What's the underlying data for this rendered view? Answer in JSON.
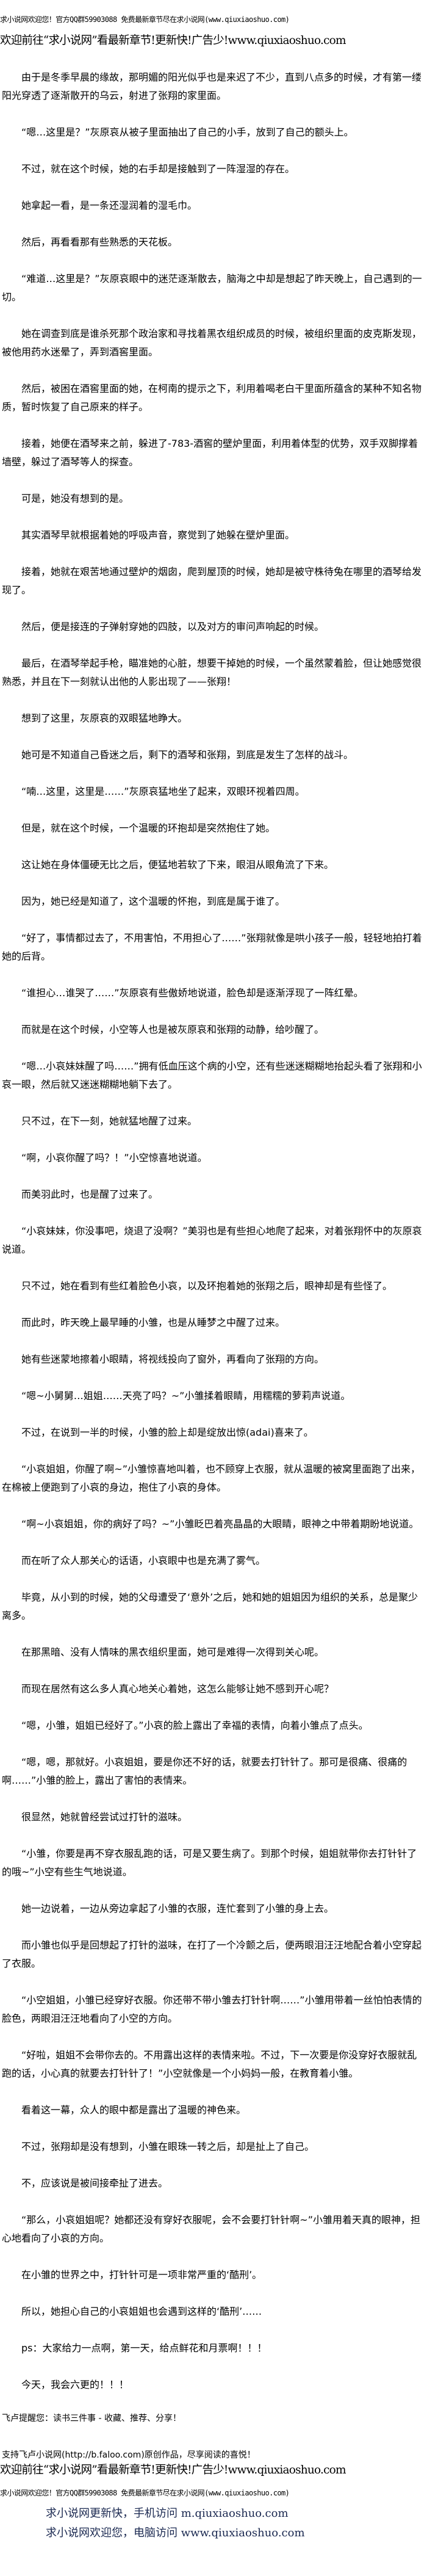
{
  "header": {
    "site_notice": "求小说网欢迎您！官方QQ群59903088 免费最新章节尽在求小说网(www.qiuxiaoshuo.com)",
    "promo": "欢迎前往“求小说网”看最新章节!更新快!广告少!www.qiuxiaoshuo.com"
  },
  "paragraphs": [
    "由于是冬季早晨的缘故，那明媚的阳光似乎也是来迟了不少，直到八点多的时候，才有第一缕阳光穿透了逐渐散开的乌云，射进了张翔的家里面。",
    "“嗯…这里是？”灰原哀从被子里面抽出了自己的小手，放到了自己的额头上。",
    "不过，就在这个时候，她的右手却是接触到了一阵湿湿的存在。",
    "她拿起一看，是一条还湿润着的湿毛巾。",
    "然后，再看看那有些熟悉的天花板。",
    "“难道…这里是？”灰原哀眼中的迷茫逐渐散去，脑海之中却是想起了昨天晚上，自己遇到的一切。",
    "她在调查到底是谁杀死那个政治家和寻找着黑衣组织成员的时候，被组织里面的皮克斯发现，被他用药水迷晕了，弄到酒窖里面。",
    "然后，被困在酒窖里面的她，在柯南的提示之下，利用着喝老白干里面所蕴含的某种不知名物质，暂时恢复了自己原来的样子。",
    "接着，她便在酒琴来之前，躲进了-783-酒窖的壁炉里面，利用着体型的优势，双手双脚撑着墙壁，躲过了酒琴等人的探查。",
    "可是，她没有想到的是。",
    "其实酒琴早就根据着她的呼吸声音，察觉到了她躲在壁炉里面。",
    "接着，她就在艰苦地通过壁炉的烟囱，爬到屋顶的时候，她却是被守株待兔在哪里的酒琴给发现了。",
    "然后，便是接连的子弹射穿她的四肢，以及对方的审问声响起的时候。",
    "最后，在酒琴举起手枪，瞄准她的心脏，想要干掉她的时候，一个虽然蒙着脸，但让她感觉很熟悉，并且在下一刻就认出他的人影出现了——张翔！",
    "想到了这里，灰原哀的双眼猛地睁大。",
    "她可是不知道自己昏迷之后，剩下的酒琴和张翔，到底是发生了怎样的战斗。",
    "“喃…这里，这里是……”灰原哀猛地坐了起来，双眼环视着四周。",
    "但是，就在这个时候，一个温暖的环抱却是突然抱住了她。",
    "这让她在身体僵硬无比之后，便猛地若软了下来，眼泪从眼角流了下来。",
    "因为，她已经是知道了，这个温暖的怀抱，到底是属于谁了。",
    "“好了，事情都过去了，不用害怕，不用担心了……”张翔就像是哄小孩子一般，轻轻地拍打着她的后背。",
    "“谁担心…谁哭了……”灰原哀有些傲娇地说道，脸色却是逐渐浮现了一阵红晕。",
    "而就是在这个时候，小空等人也是被灰原哀和张翔的动静，给吵醒了。",
    "“嗯…小哀妹妹醒了吗……”拥有低血压这个病的小空，还有些迷迷糊糊地抬起头看了张翔和小哀一眼，然后就又迷迷糊糊地躺下去了。",
    "只不过，在下一刻，她就猛地醒了过来。",
    "“啊，小哀你醒了吗？！”小空惊喜地说道。",
    "而美羽此时，也是醒了过来了。",
    "“小哀妹妹，你没事吧，烧退了没啊？”美羽也是有些担心地爬了起来，对着张翔怀中的灰原哀说道。",
    "只不过，她在看到有些红着脸色小哀，以及环抱着她的张翔之后，眼神却是有些怪了。",
    "而此时，昨天晚上最早睡的小雏，也是从睡梦之中醒了过来。",
    "她有些迷蒙地擦着小眼睛，将视线投向了窗外，再看向了张翔的方向。",
    "“嗯~小舅舅…姐姐……天亮了吗？~”小雏揉着眼睛，用糯糯的萝莉声说道。",
    "不过，在说到一半的时候，小雏的脸上却是绽放出惊(adai)喜来了。",
    "“小哀姐姐，你醒了啊~”小雏惊喜地叫着，也不顾穿上衣服，就从温暖的被窝里面跑了出来，在棉被上便跑到了小哀的身边，抱住了小哀的身体。",
    "“啊~小哀姐姐，你的病好了吗？~”小雏眨巴着亮晶晶的大眼睛，眼神之中带着期盼地说道。",
    "而在听了众人那关心的话语，小哀眼中也是充满了雾气。",
    "毕竟，从小到的时候，她的父母遭受了‘意外’之后，她和她的姐姐因为组织的关系，总是聚少离多。",
    "在那黑暗、没有人情味的黑衣组织里面，她可是难得一次得到关心呢。",
    "而现在居然有这么多人真心地关心着她，这怎么能够让她不感到开心呢？",
    "“嗯，小雏，姐姐已经好了。”小哀的脸上露出了幸福的表情，向着小雏点了点头。",
    "“嗯，嗯，那就好。小哀姐姐，要是你还不好的话，就要去打针针了。那可是很痛、很痛的啊……”小雏的脸上，露出了害怕的表情来。",
    "很显然，她就曾经尝试过打针的滋味。",
    "“小雏，你要是再不穿衣服乱跑的话，可是又要生病了。到那个时候，姐姐就带你去打针针了的哦~”小空有些生气地说道。",
    "她一边说着，一边从旁边拿起了小雏的衣服，连忙套到了小雏的身上去。",
    "而小雏也似乎是回想起了打针的滋味，在打了一个冷颤之后，便两眼泪汪汪地配合着小空穿起了衣服。",
    "“小空姐姐，小雏已经穿好衣服。你还带不带小雏去打针针啊……”小雏用带着一丝怕怕表情的脸色，两眼泪汪汪地看向了小空的方向。",
    "“好啦，姐姐不会带你去的。不用露出这样的表情来啦。不过，下一次要是你没穿好衣服就乱跑的话，小心真的就要去打针针了！”小空就像是一个小妈妈一般，在教育着小雏。",
    "看着这一幕，众人的眼中都是露出了温暖的神色来。",
    "不过，张翔却是没有想到，小雏在眼珠一转之后，却是扯上了自己。",
    "不，应该说是被间接牵扯了进去。",
    "“那么，小哀姐姐呢？她都还没有穿好衣服呢，会不会要打针针啊~”小雏用着天真的眼神，担心地看向了小哀的方向。",
    "在小雏的世界之中，打针针可是一项非常严重的‘酷刑’。",
    "所以，她担心自己的小哀姐姐也会遇到这样的‘酷刑’……",
    "ps：大家给力一点啊，第一天，给点鲜花和月票啊！！！",
    "今天，我会六更的！！！"
  ],
  "footer": {
    "reminder": "飞卢提醒您：读书三件事 - 收藏、推荐、分享！",
    "support": "支持飞卢小说网(http://b.faloo.com)原创作品，尽享阅读的喜悦！",
    "promo": "欢迎前往“求小说网”看最新章节!更新快!广告少!www.qiuxiaoshuo.com",
    "site_notice": "求小说网欢迎您！官方QQ群59903088 免费最新章节尽在求小说网(www.qiuxiaoshuo.com)",
    "mobile_line": "求小说网更新快，手机访问 m.qiuxiaoshuo.com",
    "desktop_line": "求小说网欢迎您，电脑访问 www.qiuxiaoshuo.com"
  },
  "colors": {
    "text": "#000000",
    "mirror_links": "#1a2850",
    "background": "#ffffff"
  }
}
